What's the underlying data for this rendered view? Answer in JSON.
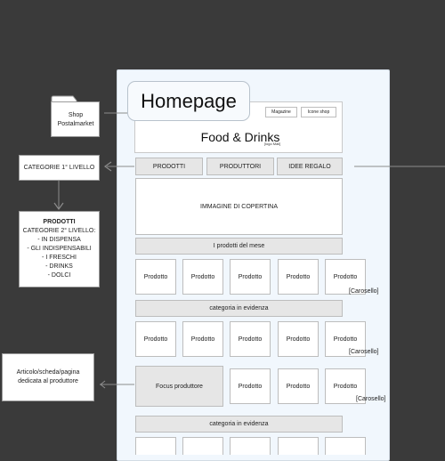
{
  "notes": {
    "shop": "Shop\nPostalmarket",
    "categorie1": "CATEGORIE 1° LIVELLO",
    "prodotti_title": "PRODOTTI",
    "prodotti_lines": [
      "CATEGORIE 2° LIVELLO:",
      "- IN DISPENSA",
      "- GLI INDISPENSABILI",
      "- I FRESCHI",
      "- DRINKS",
      "- DOLCI"
    ],
    "articolo": "Articolo/scheda/pagina\ndedicata al produttore"
  },
  "page": {
    "title": "Homepage",
    "links": [
      "Magazine",
      "Icone shop"
    ],
    "logo": "Food & Drinks",
    "logo_sub": "[logo Mail]",
    "nav": [
      "PRODOTTI",
      "PRODUTTORI",
      "IDEE REGALO"
    ],
    "cover": "IMMAGINE DI COPERTINA",
    "section1": "I prodotti del mese",
    "product_label": "Prodotto",
    "carousel_label": "[Carosello]",
    "section2": "categoria in evidenza",
    "focus": "Focus produttore",
    "section3": "categoria in evidenza"
  },
  "colors": {
    "background": "#3a3a3a",
    "page": "#f1f7fd",
    "bar": "#e6e6e6",
    "connector": "#8c8c8c"
  },
  "icons": [
    "folder-icon",
    "arrow-left-icon",
    "arrow-down-icon"
  ]
}
